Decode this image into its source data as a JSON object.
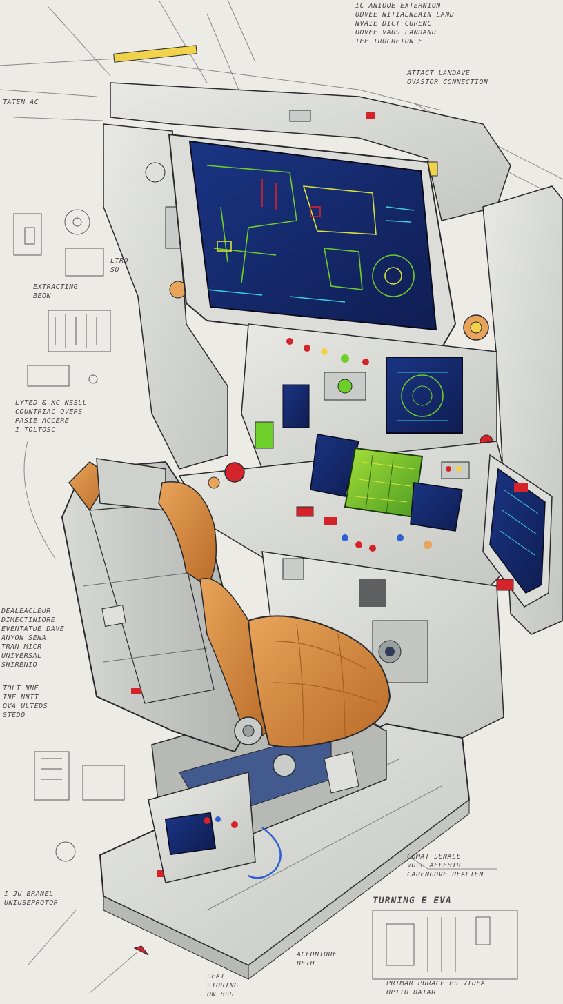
{
  "illustration": {
    "palette": {
      "paper": "#ecebe6",
      "ink": "#2a2a2e",
      "panel_white": "#dedfd9",
      "panel_shadow": "#b7b9b4",
      "screen_navy": "#15296b",
      "screen_green": "#6ecf2a",
      "screen_yellow": "#d9e23a",
      "seat_orange": "#d98b3e",
      "seat_orange_dark": "#a85f22",
      "accent_red": "#d4232a",
      "accent_yellow": "#f0d34a",
      "seat_grey": "#c9ccc8"
    },
    "notes": [
      {
        "id": "top-right-block",
        "text": "IC ANIQOE EXTERNION\nODVEE NITIALNEAIN LAND\nNVAIE DICT CURENC\nODVEE VAUS LANDAND\nIEE TROCRETON E"
      },
      {
        "id": "top-right-sub",
        "text": "ATTACT LANDAVE\nOVASTOR CONNECTION"
      },
      {
        "id": "left-upper",
        "text": "TATEN AC"
      },
      {
        "id": "left-mid-1",
        "text": "EXTRACTING\nBEON"
      },
      {
        "id": "left-mid-2",
        "text": "LTRO\nSU"
      },
      {
        "id": "left-block-1",
        "text": "LYTED & XC NSSLL\nCOUNTRIAC OVERS\nPASIE ACCERE\nI TOLTOSC"
      },
      {
        "id": "left-block-2",
        "text": "DEALEACLEUR\nDIMECTINIORE\nEVENTATUE DAVE\nANYON SENA\nTRAN MICR\nUNIVERSAL\nSHIRENIO"
      },
      {
        "id": "left-block-3",
        "text": "TOLT NNE\nINE NNIT\nOVA ULTEDS\nSTEDO"
      },
      {
        "id": "left-bottom",
        "text": "I JU BRANEL\nUNIUSEPROTOR"
      },
      {
        "id": "right-bottom-1",
        "text": "COMAT SENALE\nVOSL AFFEHIR\nCARENGOVE REALTEN"
      },
      {
        "id": "right-bottom-title",
        "text": "TURNING E EVA"
      },
      {
        "id": "bottom-center",
        "text": "ACFONTORE\nBETH"
      },
      {
        "id": "bottom-left",
        "text": "SEAT\nSTORING\nON BSS"
      },
      {
        "id": "bottom-right",
        "text": "PRIMAR PURACE ES VIDEA\nOPTIO DAIAR"
      }
    ]
  }
}
